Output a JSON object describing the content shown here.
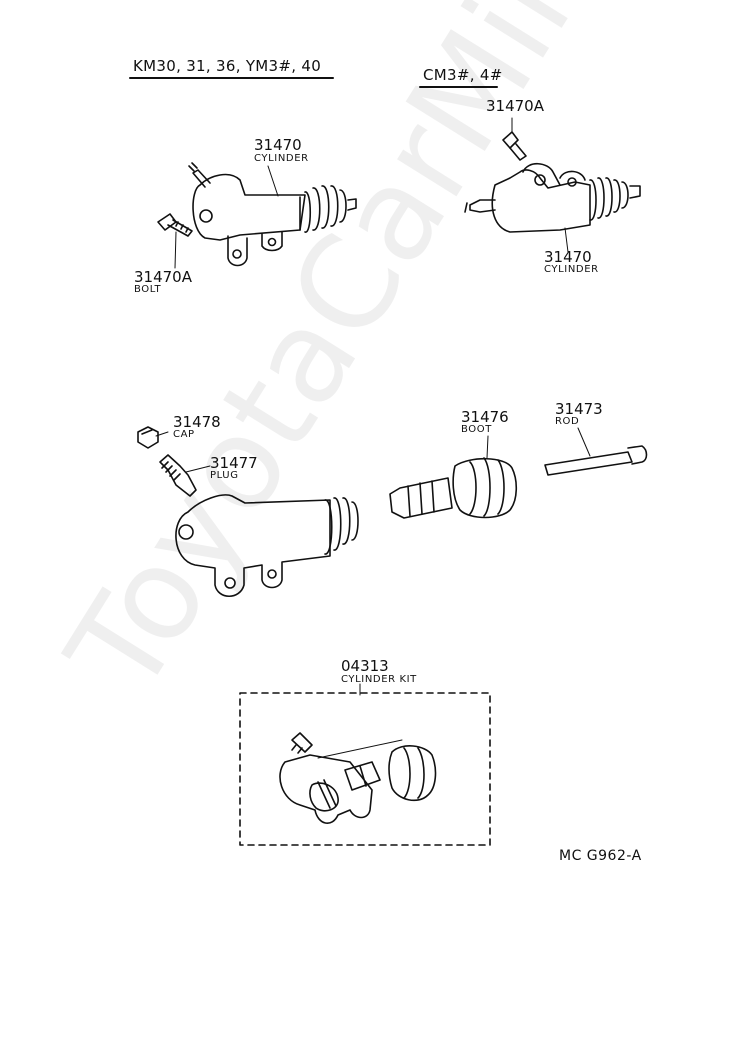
{
  "headers": {
    "left": "KM30, 31, 36, YM3#, 40",
    "right": "CM3#, 4#"
  },
  "parts": {
    "left_cylinder": {
      "number": "31470",
      "label": "CYLINDER"
    },
    "left_bolt": {
      "number": "31470A",
      "label": "BOLT"
    },
    "right_bolt": {
      "number": "31470A"
    },
    "right_cylinder": {
      "number": "31470",
      "label": "CYLINDER"
    },
    "cap": {
      "number": "31478",
      "label": "CAP"
    },
    "plug": {
      "number": "31477",
      "label": "PLUG"
    },
    "boot": {
      "number": "31476",
      "label": "BOOT"
    },
    "rod": {
      "number": "31473",
      "label": "ROD"
    },
    "kit": {
      "number": "04313",
      "label": "CYLINDER KIT"
    }
  },
  "figure_code": "MC  G962-A",
  "watermark": "ToyotaCarMine.ru"
}
